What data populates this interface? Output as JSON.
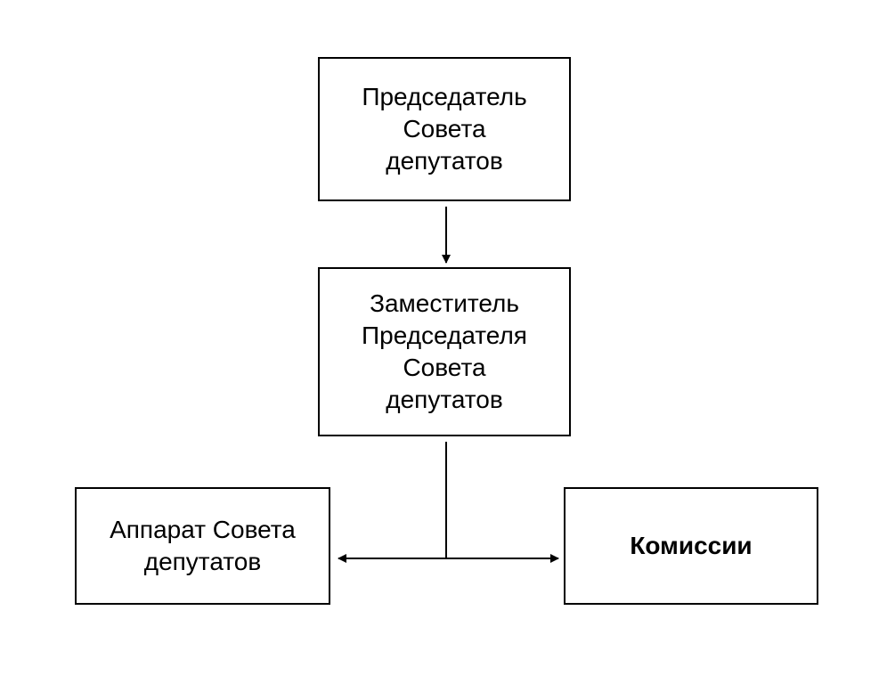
{
  "diagram": {
    "nodes": [
      {
        "id": "chairman",
        "label": "Председатель\nСовета\nдепутатов"
      },
      {
        "id": "deputy",
        "label": "Заместитель\nПредседателя\nСовета\nдепутатов"
      },
      {
        "id": "apparatus",
        "label": "Аппарат Совета\nдепутатов"
      },
      {
        "id": "commissions",
        "label": "Комиссии"
      }
    ],
    "edges": [
      {
        "from": "chairman",
        "to": "deputy"
      },
      {
        "from": "deputy",
        "to": "apparatus"
      },
      {
        "from": "deputy",
        "to": "commissions"
      }
    ]
  }
}
